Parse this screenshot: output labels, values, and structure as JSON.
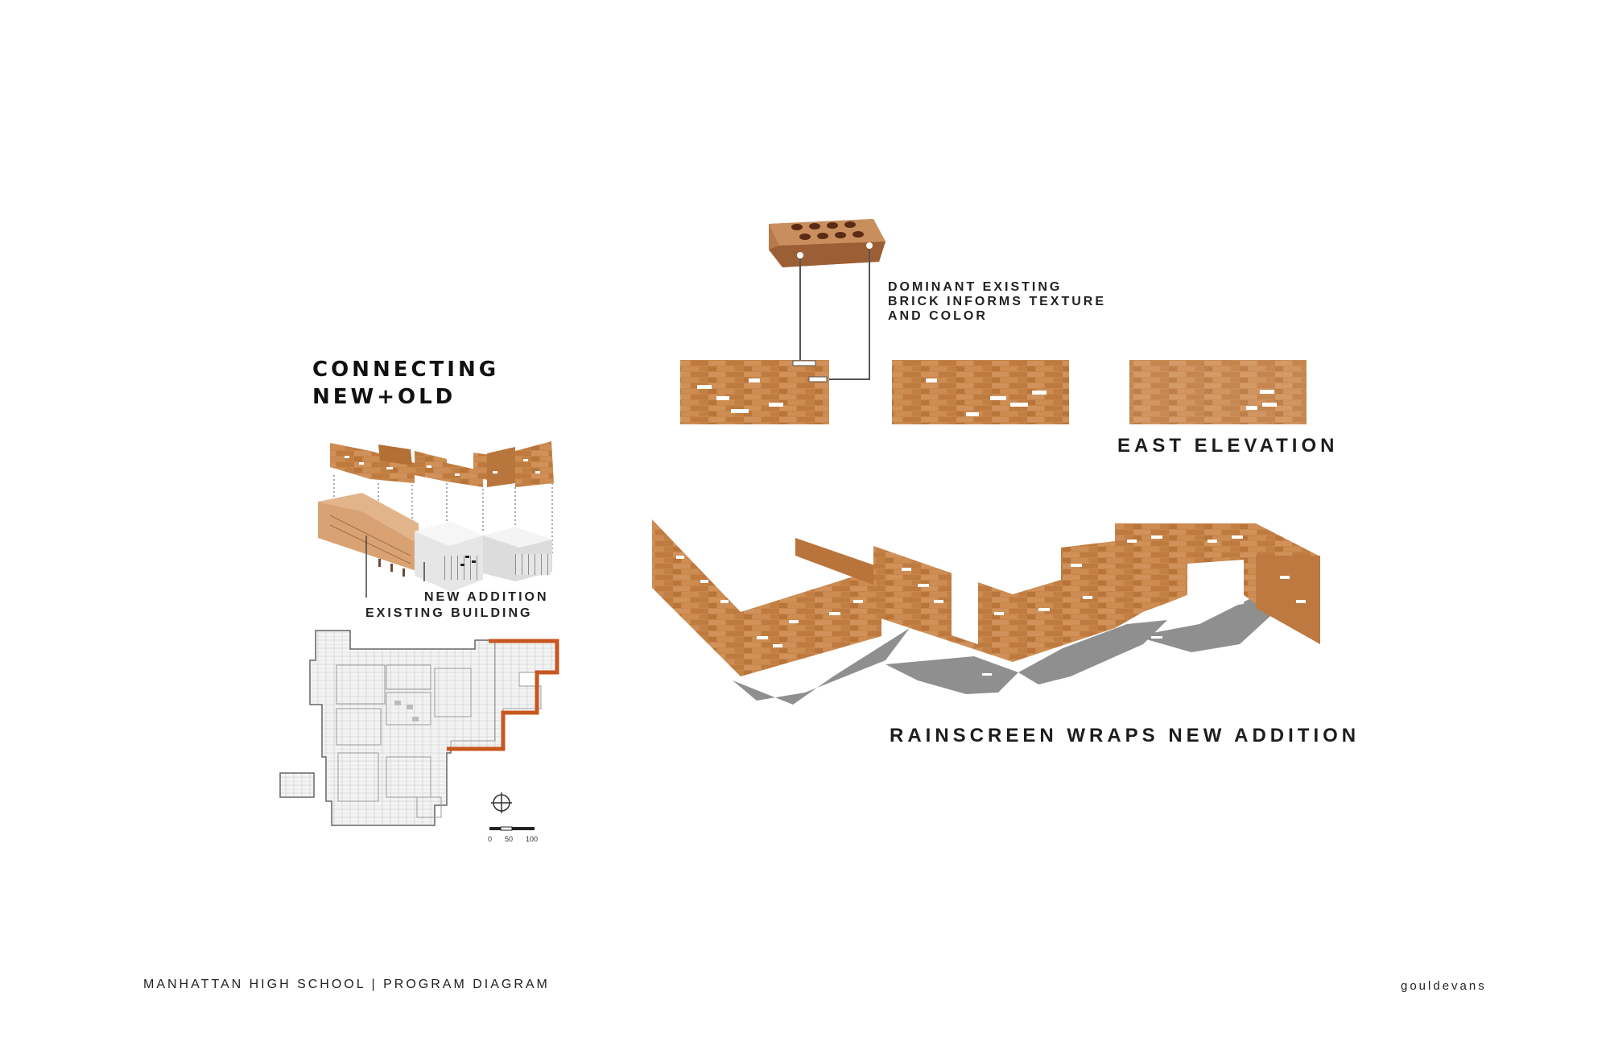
{
  "heading": {
    "line1": "CONNECTING",
    "line2": "NEW+OLD"
  },
  "axon_labels": {
    "new_addition": "NEW ADDITION",
    "existing_building": "EXISTING BUILDING"
  },
  "brick_note": {
    "line1": "DOMINANT EXISTING",
    "line2": "BRICK INFORMS TEXTURE",
    "line3": "AND COLOR"
  },
  "elevation_label": "EAST ELEVATION",
  "rainscreen_label": "RAINSCREEN WRAPS NEW ADDITION",
  "scale_bar": {
    "ticks": [
      "0",
      "50",
      "100"
    ]
  },
  "footer": {
    "project": "MANHATTAN HIGH SCHOOL | PROGRAM DIAGRAM",
    "brand": "gouldevans"
  },
  "colors": {
    "brick": "#c98a4e",
    "brick_dark": "#a9672f",
    "highlight": "#c6571f",
    "shadow": "#8a8a8a"
  }
}
